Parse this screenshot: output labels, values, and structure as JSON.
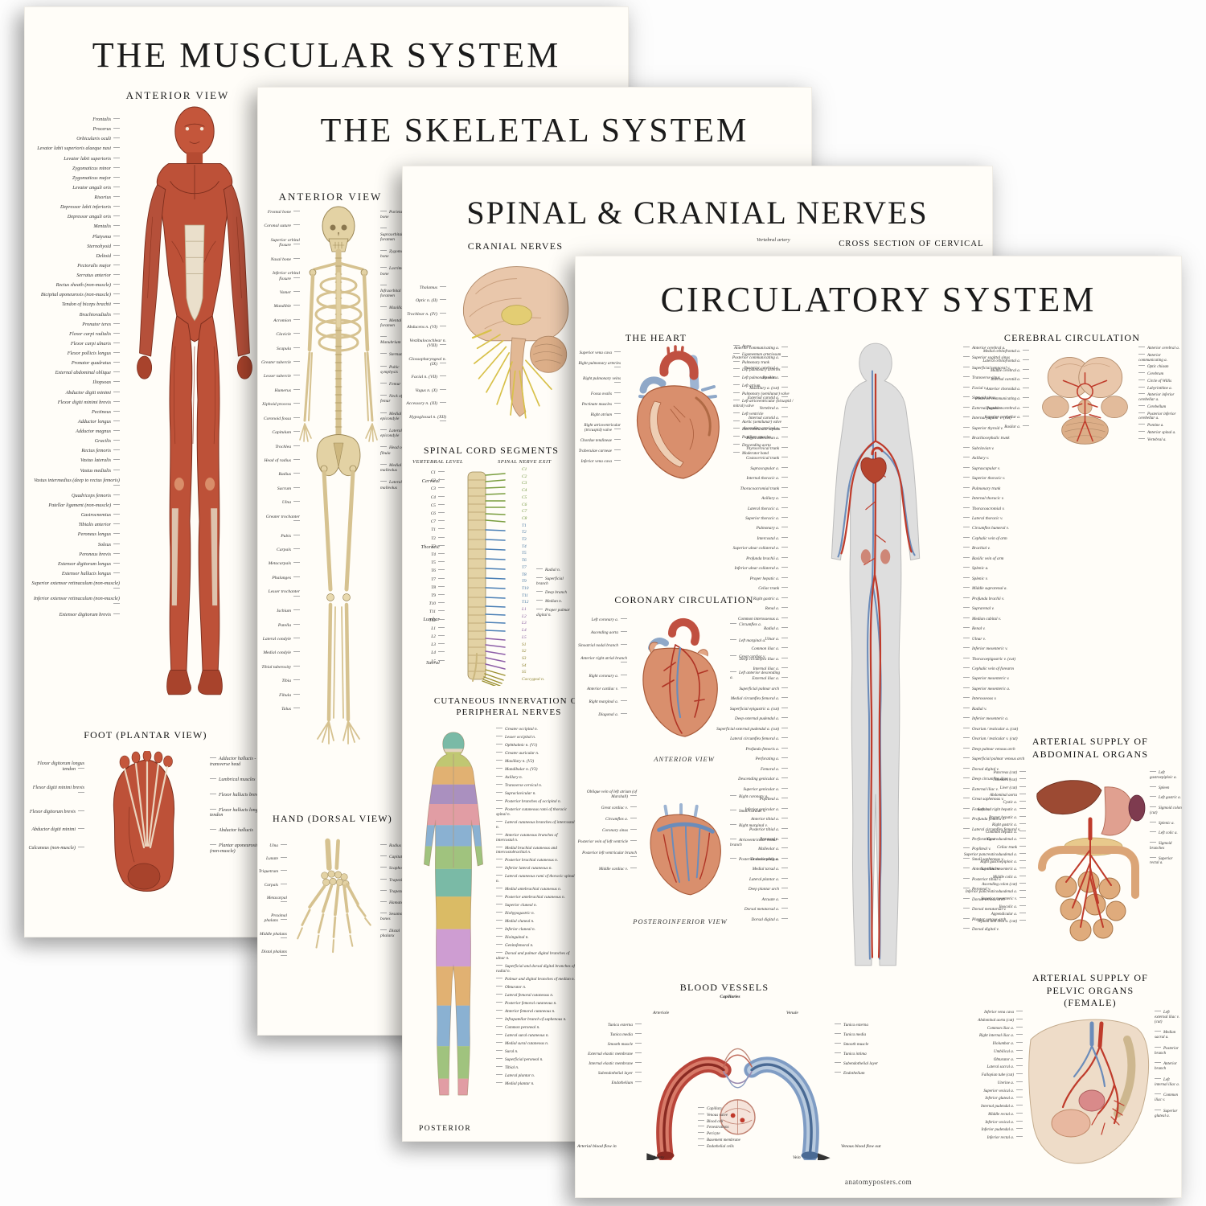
{
  "colors": {
    "artery": "#bf3b2b",
    "vein": "#6b8cba",
    "bone": "#e3d2a4",
    "muscle": "#bd5138",
    "nerve": "#d8c14a"
  },
  "muscular": {
    "title": "THE MUSCULAR SYSTEM",
    "subtitle": "ANTERIOR VIEW",
    "left_labels": [
      "Frontalis",
      "Procerus",
      "Orbicularis oculi",
      "Levator labii superioris alaeque nasi",
      "Levator labii superioris",
      "Zygomaticus minor",
      "Zygomaticus major",
      "Levator anguli oris",
      "Risorius",
      "Depressor labii inferioris",
      "Depressor anguli oris",
      "Mentalis",
      "Platysma",
      "Sternohyoid",
      "Deltoid",
      "Pectoralis major",
      "Serratus anterior",
      "Rectus sheath (non-muscle)",
      "Bicipital aponeurosis (non-muscle)",
      "Tendon of biceps brachii",
      "Brachioradialis",
      "Pronator teres",
      "Flexor carpi radialis",
      "Flexor carpi ulnaris",
      "Flexor pollicis longus",
      "Pronator quadratus",
      "External abdominal oblique",
      "Iliopsoas",
      "Abductor digiti minimi",
      "Flexor digiti minimi brevis",
      "Pectineus",
      "Adductor longus",
      "Adductor magnus",
      "Gracilis",
      "Rectus femoris",
      "Vastus lateralis",
      "Vastus medialis",
      "Vastus intermedius (deep to rectus femoris)",
      "Quadriceps femoris",
      "Patellar ligament (non-muscle)",
      "Gastrocnemius",
      "Tibialis anterior",
      "Peroneus longus",
      "Soleus",
      "Peroneus brevis",
      "Extensor digitorum longus",
      "Extensor hallucis longus",
      "Superior extensor retinaculum (non-muscle)",
      "Inferior extensor retinaculum (non-muscle)",
      "Extensor digitorum brevis"
    ],
    "foot": {
      "title": "FOOT (PLANTAR VIEW)",
      "left_labels": [
        "Flexor digitorum longus tendon",
        "Flexor digiti minimi brevis",
        "Flexor digitorum brevis",
        "Abductor digiti minimi",
        "Calcaneus (non-muscle)"
      ],
      "right_labels": [
        "Adductor hallucis - transverse head",
        "Lumbrical muscles",
        "Flexor hallucis brevis",
        "Flexor hallucis longus tendon",
        "Abductor hallucis",
        "Plantar aponeurosis (non-muscle)"
      ]
    }
  },
  "skeletal": {
    "title": "THE SKELETAL SYSTEM",
    "subtitle": "ANTERIOR VIEW",
    "left_labels": [
      "Frontal bone",
      "Coronal suture",
      "Superior orbital fissure",
      "Nasal bone",
      "Inferior orbital fissure",
      "Vomer",
      "Mandible",
      "Acromion",
      "Clavicle",
      "Scapula",
      "Greater tubercle",
      "Lesser tubercle",
      "Humerus",
      "Xiphoid process",
      "Coronoid fossa",
      "Capitulum",
      "Trochlea",
      "Head of radius",
      "Radius",
      "Sacrum",
      "Ulna",
      "Greater trochanter",
      "Pubis",
      "Carpals",
      "Metacarpals",
      "Phalanges",
      "Lesser trochanter",
      "Ischium",
      "Patella",
      "Lateral condyle",
      "Medial condyle",
      "Tibial tuberosity",
      "Tibia",
      "Fibula",
      "Talus"
    ],
    "right_labels": [
      "Parietal bone",
      "Supraorbital foramen",
      "Zygomatic bone",
      "Lacrimal bone",
      "Infraorbital foramen",
      "Maxilla",
      "Mental foramen",
      "Manubrium",
      "Sternum",
      "Pubic symphysis",
      "Femur",
      "Neck of femur",
      "Medial epicondyle",
      "Lateral epicondyle",
      "Head of fibula",
      "Medial malleolus",
      "Lateral malleolus"
    ],
    "hand": {
      "title": "HAND (DORSAL VIEW)",
      "left_labels": [
        "Ulna",
        "Lunate",
        "Triquetrum",
        "Carpals",
        "Metacarpal",
        "Proximal phalanx",
        "Middle phalanx",
        "Distal phalanx"
      ],
      "right_labels": [
        "Radius",
        "Capitate",
        "Scaphoid",
        "Trapezium",
        "Trapezoid",
        "Hamate",
        "Sesamoid bones",
        "Distal phalanx"
      ]
    }
  },
  "spinal": {
    "title": "SPINAL & CRANIAL NERVES",
    "cranial": {
      "heading": "CRANIAL NERVES",
      "labels": [
        "Thalamus",
        "Optic n. (II)",
        "Trochlear n. (IV)",
        "Abducens n. (VI)",
        "Vestibulocochlear n. (VIII)",
        "Glossopharyngeal n. (IX)",
        "Facial n. (VII)",
        "Vagus n. (X)",
        "Accessory n. (XI)",
        "Hypoglossal n. (XII)"
      ]
    },
    "vertebral_artery": "Vertebral artery",
    "cross_section_heading": "CROSS SECTION OF CERVICAL",
    "cord": {
      "heading": "SPINAL CORD SEGMENTS",
      "col_left": "VERTEBRAL LEVEL",
      "col_right": "SPINAL NERVE EXIT",
      "groups": [
        "Cervical",
        "Thoracic",
        "Lumbar",
        "Sacral"
      ],
      "left_levels": [
        "C1",
        "C2",
        "C3",
        "C4",
        "C5",
        "C6",
        "C7",
        "T1",
        "T2",
        "T3",
        "T4",
        "T5",
        "T6",
        "T7",
        "T8",
        "T9",
        "T10",
        "T11",
        "T12",
        "L1",
        "L2",
        "L3",
        "L4",
        "L5"
      ],
      "right_exits": [
        "C1",
        "C2",
        "C3",
        "C4",
        "C5",
        "C6",
        "C7",
        "C8",
        "T1",
        "T2",
        "T3",
        "T4",
        "T5",
        "T6",
        "T7",
        "T8",
        "T9",
        "T10",
        "T11",
        "T12",
        "L1",
        "L2",
        "L3",
        "L4",
        "L5",
        "S1",
        "S2",
        "S3",
        "S4",
        "S5",
        "Coccygeal n."
      ]
    },
    "mid_labels": [
      "Radial n.",
      "Superficial branch",
      "Deep branch",
      "Median n.",
      "Proper palmar digital n."
    ],
    "cutaneous": {
      "heading": "CUTANEOUS INNERVATION OF PERIPHERAL NERVES",
      "labels": [
        "Greater occipital n.",
        "Lesser occipital n.",
        "Ophthalmic n. (V1)",
        "Greater auricular n.",
        "Maxillary n. (V2)",
        "Mandibular n. (V3)",
        "Axillary n.",
        "Transverse cervical n.",
        "Supraclavicular n.",
        "Posterior branches of occipital n.",
        "Posterior cutaneous rami of thoracic spinal n.",
        "Lateral cutaneous branches of intercostal n.",
        "Anterior cutaneous branches of intercostal n.",
        "Medial brachial cutaneous and intercostobrachial n.",
        "Posterior brachial cutaneous n.",
        "Inferior lateral cutaneous n.",
        "Lateral cutaneous rami of thoracic spinal n.",
        "Medial antebrachial cutaneous n.",
        "Posterior antebrachial cutaneous n.",
        "Superior cluneal n.",
        "Iliohypogastric n.",
        "Medial cluneal n.",
        "Inferior cluneal n.",
        "Ilioinguinal n.",
        "Genitofemoral n.",
        "Dorsal and palmar digital branches of ulnar n.",
        "Superficial and dorsal digital branches of radial n.",
        "Palmar and digital branches of median n.",
        "Obturator n.",
        "Lateral femoral cutaneous n.",
        "Posterior femoral cutaneous n.",
        "Anterior femoral cutaneous n.",
        "Infrapatellar branch of saphenous n.",
        "Common peroneal n.",
        "Lateral sural cutaneous n.",
        "Medial sural cutaneous n.",
        "Sural n.",
        "Superficial peroneal n.",
        "Tibial n.",
        "Lateral plantar n.",
        "Medial plantar n."
      ],
      "footer": "POSTERIOR"
    }
  },
  "circulatory": {
    "title": "CIRCULATORY SYSTEM",
    "heart": {
      "heading": "THE HEART",
      "left_labels": [
        "Superior vena cava",
        "Right pulmonary arteries",
        "Right pulmonary veins",
        "Fossa ovalis",
        "Pectinate muscles",
        "Right atrium",
        "Right atrioventricular (tricuspid) valve",
        "Chordae tendineae",
        "Trabeculae carneae",
        "Inferior vena cava"
      ],
      "right_labels": [
        "Aorta",
        "Ligamentum arteriosum",
        "Pulmonary trunk",
        "Left pulmonary arteries",
        "Left pulmonary veins",
        "Left atrium",
        "Pulmonary (semilunar) valve",
        "Left atrioventricular (bicuspid / mitral) valve",
        "Left ventricle",
        "Aortic (semilunar) valve",
        "Interventricular septum",
        "Papillary muscles",
        "Descending aorta",
        "Moderator band"
      ]
    },
    "cerebral": {
      "heading": "CEREBRAL CIRCULATION",
      "left_labels": [
        "Medial orbitofrontal a.",
        "Lateral orbitofrontal a.",
        "Middle cerebral a.",
        "Internal carotid a.",
        "Anterior choroidal a.",
        "Posterior communicating a.",
        "Posterior cerebral a.",
        "Superior cerebellar a.",
        "Basilar a."
      ],
      "right_labels": [
        "Anterior cerebral a.",
        "Anterior communicating a.",
        "Optic chiasm",
        "Cerebrum",
        "Circle of Willis",
        "Labyrinthine a.",
        "Anterior inferior cerebellar a.",
        "Cerebellum",
        "Posterior inferior cerebellar a.",
        "Pontine a.",
        "Anterior spinal a.",
        "Vertebral a."
      ]
    },
    "body_left_labels": [
      "Anterior communicating a.",
      "Posterior communicating a.",
      "Posterior cerebral a.",
      "Basilar a.",
      "Maxillary a. (cut)",
      "External carotid a.",
      "Vertebral a.",
      "Internal carotid a.",
      "Ascending cervical a.",
      "Right subclavian a.",
      "Thyrocervical trunk",
      "Costocervical trunk",
      "Suprascapular a.",
      "Internal thoracic a.",
      "Thoracoacromial trunk",
      "Axillary a.",
      "Lateral thoracic a.",
      "Superior thoracic a.",
      "Pulmonary a.",
      "Intercostal a.",
      "Superior ulnar collateral a.",
      "Profunda brachii a.",
      "Inferior ulnar collateral a.",
      "Proper hepatic a.",
      "Celiac trunk",
      "Right gastric a.",
      "Renal a.",
      "Common interosseous a.",
      "Radial a.",
      "Ulnar a.",
      "Common iliac a.",
      "Deep circumflex iliac a.",
      "Internal iliac a.",
      "External iliac a.",
      "Superficial palmar arch",
      "Medial circumflex femoral a.",
      "Superficial epigastric a. (cut)",
      "Deep external pudendal a.",
      "Superficial external pudendal a. (cut)",
      "Lateral circumflex femoral a.",
      "Profunda femoris a.",
      "Perforating a.",
      "Femoral a.",
      "Descending genicular a.",
      "Superior genicular a.",
      "Popliteal a.",
      "Inferior genicular a.",
      "Anterior tibial a.",
      "Posterior tibial a.",
      "Peroneal a.",
      "Malleolar a.",
      "Dorsalis pedis a.",
      "Medial tarsal a.",
      "Lateral plantar a.",
      "Deep plantar arch",
      "Arcuate a.",
      "Dorsal metatarsal a.",
      "Dorsal digital a."
    ],
    "body_right_labels": [
      "Anterior cerebral a.",
      "Superior sagittal sinus",
      "Superficial temporal v.",
      "Transverse sinus",
      "Facial v.",
      "Sigmoid sinus",
      "External jugular v.",
      "Internal jugular v. (cut)",
      "Superior thyroid v.",
      "Brachiocephalic trunk",
      "Subclavian v.",
      "Axillary v.",
      "Suprascapular v.",
      "Superior thoracic v.",
      "Pulmonary trunk",
      "Internal thoracic v.",
      "Thoracoacromial v.",
      "Lateral thoracic v.",
      "Circumflex humeral v.",
      "Cephalic vein of arm",
      "Brachial v.",
      "Basilic vein of arm",
      "Splenic a.",
      "Splenic v.",
      "Middle suprarenal a.",
      "Profunda brachii v.",
      "Suprarenal v.",
      "Median cubital v.",
      "Renal v.",
      "Ulnar v.",
      "Inferior mesenteric v.",
      "Thoracoepigastric v. (cut)",
      "Cephalic vein of forearm",
      "Superior mesenteric v.",
      "Superior mesenteric a.",
      "Interosseous v.",
      "Radial v.",
      "Inferior mesenteric a.",
      "Ovarian / testicular a. (cut)",
      "Ovarian / testicular v. (cut)",
      "Deep palmar venous arch",
      "Superficial palmar venous arch",
      "Dorsal digital v.",
      "Deep circumflex iliac v.",
      "External iliac v.",
      "Great saphenous v.",
      "Femoral v.",
      "Profunda femoris v.",
      "Lateral circumflex femoral v.",
      "Perforating v.",
      "Popliteal v.",
      "Small saphenous v.",
      "Anterior tibial v.",
      "Posterior tibial v.",
      "Peroneal v.",
      "Dorsal venous arch",
      "Dorsal metatarsal v.",
      "Plantar venous arch",
      "Dorsal digital v."
    ],
    "coronary": {
      "heading": "CORONARY CIRCULATION",
      "left_labels": [
        "Left coronary a.",
        "Ascending aorta",
        "Sinoatrial nodal branch",
        "Anterior right atrial branch",
        "Right coronary a.",
        "Anterior cardiac v.",
        "Right marginal a.",
        "Diagonal a."
      ],
      "right_labels": [
        "Circumflex a.",
        "Left marginal a.",
        "Great cardiac v.",
        "Left anterior descending a."
      ],
      "view": "ANTERIOR VIEW"
    },
    "posteroinferior": {
      "left_labels": [
        "Oblique vein of left atrium (of Marshall)",
        "Great cardiac v.",
        "Circumflex a.",
        "Coronary sinus",
        "Posterior vein of left ventricle",
        "Posterior left ventricular branch",
        "Middle cardiac v."
      ],
      "right_labels": [
        "Right coronary a.",
        "Small cardiac v.",
        "Right marginal v.",
        "Atrioventricular nodal branch",
        "Posterior descending a."
      ],
      "view": "POSTEROINFERIOR VIEW"
    },
    "abdominal": {
      "heading_lines": [
        "ARTERIAL SUPPLY OF",
        "ABDOMINAL ORGANS"
      ],
      "left_labels": [
        "Pancreas (cut)",
        "Stomach (cut)",
        "Liver (cut)",
        "Abdominal aorta",
        "Cystic a.",
        "Left and right hepatic a.",
        "Proper hepatic a.",
        "Right gastric a.",
        "Common hepatic a.",
        "Gastroduodenal a.",
        "Celiac trunk",
        "Superior pancreaticoduodenal a.",
        "Right gastroepiploic a.",
        "Superior mesenteric a.",
        "Middle colic a.",
        "Ascending colon (cut)",
        "Inferior pancreaticoduodenal a.",
        "Superior mesenteric v.",
        "Ileocolic a.",
        "Appendicular a.",
        "Jejunal and ileal a. (cut)"
      ],
      "right_labels": [
        "Left gastroepiploic a.",
        "Spleen",
        "Left gastric a.",
        "Sigmoid colon (cut)",
        "Splenic a.",
        "Left colic a.",
        "Sigmoid branches",
        "Superior rectal a."
      ]
    },
    "pelvic": {
      "heading_lines": [
        "ARTERIAL SUPPLY OF",
        "PELVIC ORGANS",
        "(FEMALE)"
      ],
      "left_labels": [
        "Inferior vena cava",
        "Abdominal aorta (cut)",
        "Common iliac a.",
        "Right internal iliac a.",
        "Iliolumbar a.",
        "Umbilical a.",
        "Obturator a.",
        "Lateral sacral a.",
        "Fallopian tube (cut)",
        "Uterine a.",
        "Superior vesical a.",
        "Inferior gluteal a.",
        "Internal pudendal a.",
        "Middle rectal a.",
        "Inferior vesical a.",
        "Inferior pudendal a.",
        "Inferior rectal a."
      ],
      "right_labels": [
        "Left external iliac v. (cut)",
        "Median sacral a.",
        "Posterior branch",
        "Anterior branch",
        "Left internal iliac a.",
        "Common iliac v.",
        "Superior gluteal a."
      ]
    },
    "vessels": {
      "heading": "BLOOD VESSELS",
      "top_labels": [
        "Capillaries",
        "Arteriole",
        "Venule"
      ],
      "left_labels": [
        "Tunica externa",
        "Tunica media",
        "Smooth muscle",
        "External elastic membrane",
        "Internal elastic membrane",
        "Subendothelial layer",
        "Endothelium"
      ],
      "right_labels": [
        "Tunica externa",
        "Tunica media",
        "Smooth muscle",
        "Tunica intima",
        "Subendothelial layer",
        "Endothelium"
      ],
      "mid_labels": [
        "Capillary",
        "Venous valve",
        "Blood cell",
        "Fenestrations",
        "Pericyte",
        "Basement membrane",
        "Endothelial cells"
      ],
      "bottom_labels": [
        "Arterial blood flow in",
        "Artery",
        "Vein",
        "Venous blood flow out"
      ]
    },
    "footer": "anatomyposters.com"
  }
}
